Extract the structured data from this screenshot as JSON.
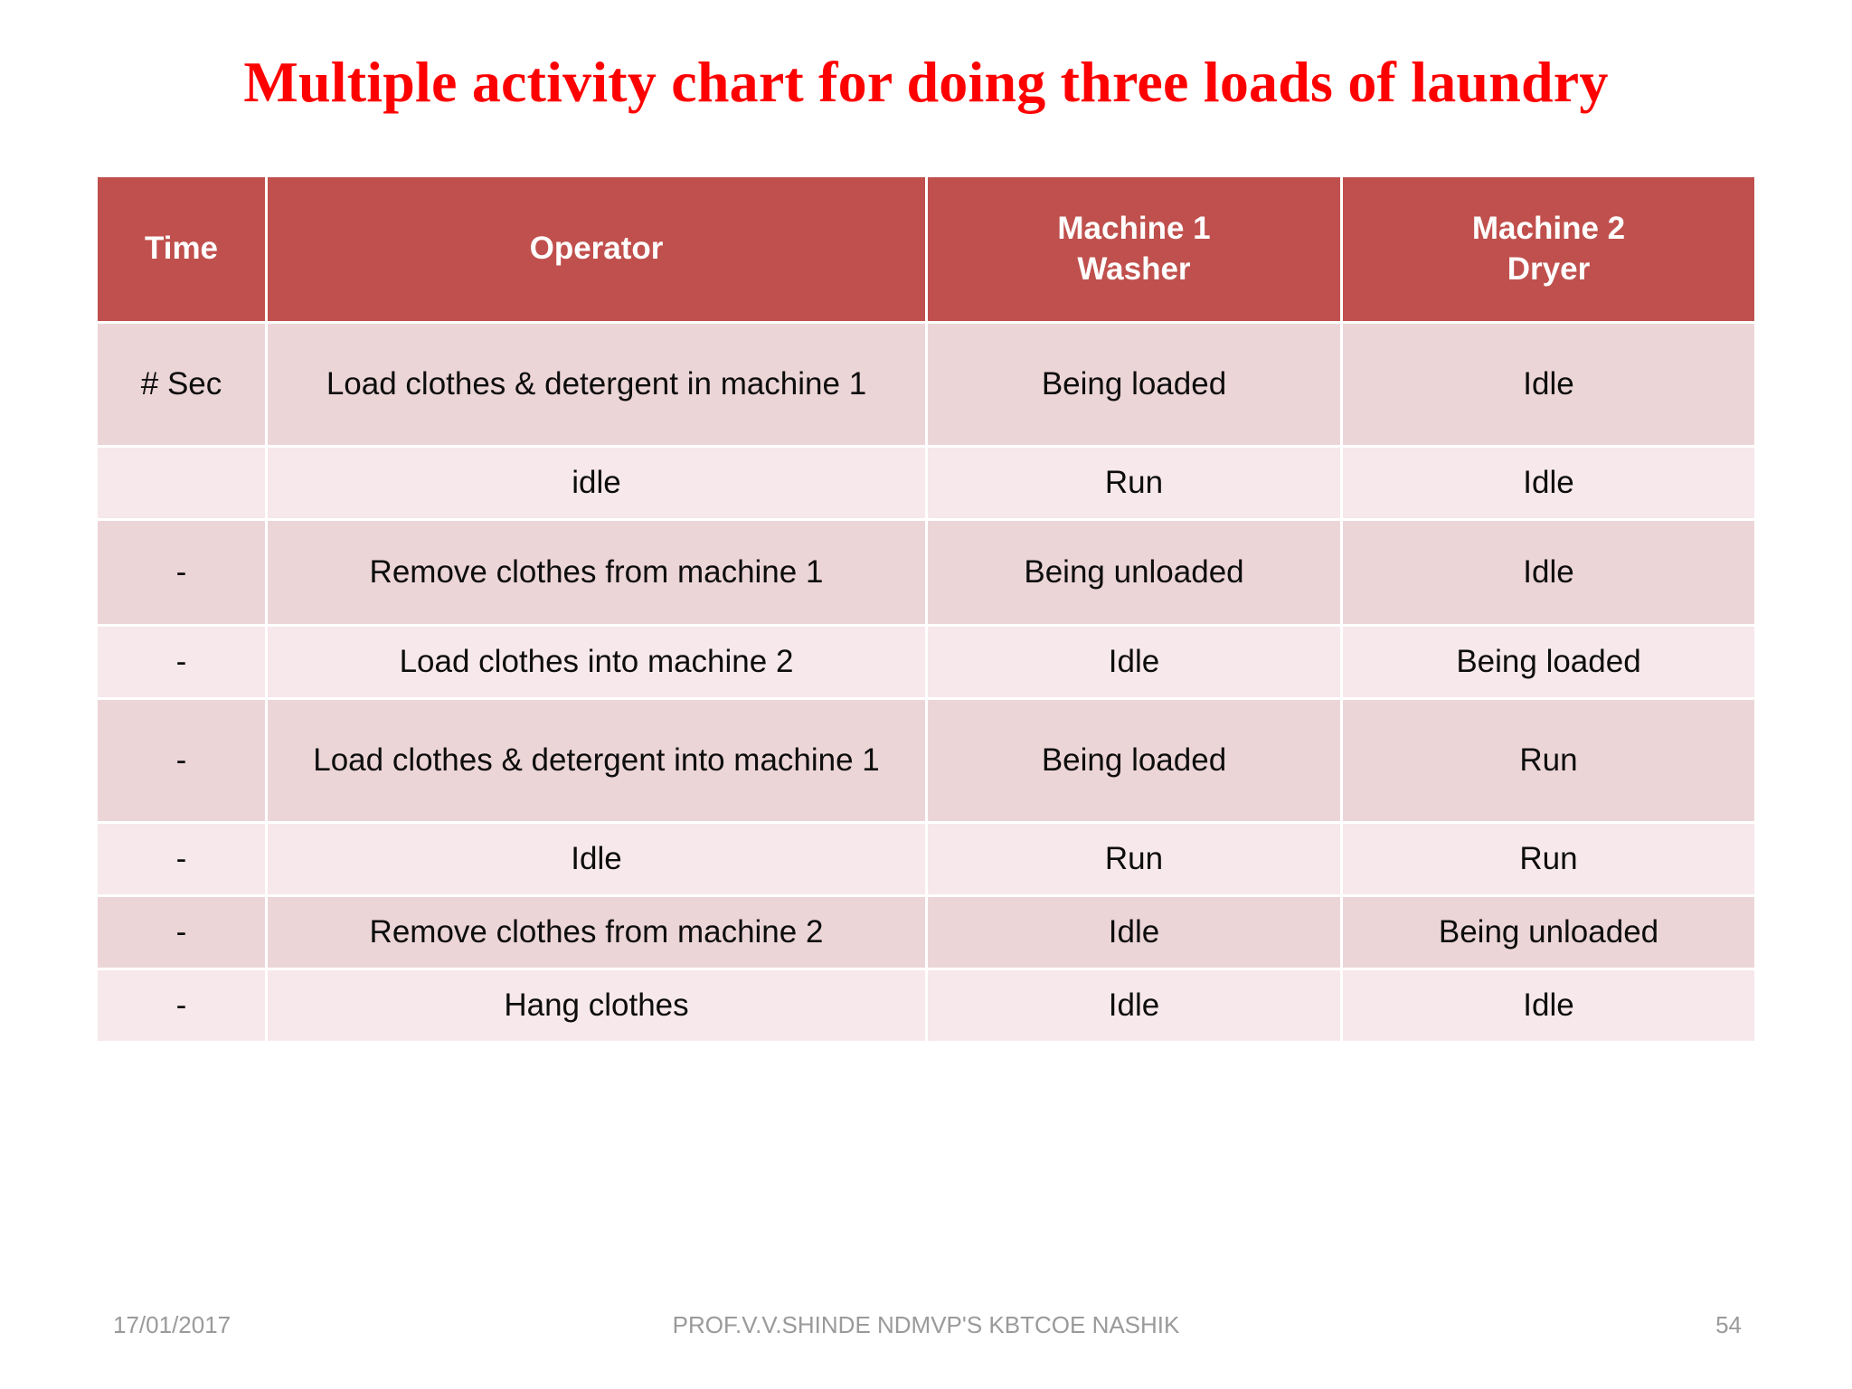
{
  "slide": {
    "title": "Multiple activity chart for doing three loads of laundry",
    "title_color": "#ff0000"
  },
  "colors": {
    "header_bg": "#c0504d",
    "header_text": "#ffffff",
    "row_dark": "#ecd5d7",
    "row_light": "#f7e8eb",
    "body_text": "#0d0d0d",
    "footer_text": "#9a9a9a"
  },
  "table": {
    "headers": {
      "time": "Time",
      "operator": "Operator",
      "machine1_main": "Machine 1",
      "machine1_sub": "Washer",
      "machine2_main": "Machine 2",
      "machine2_sub": "Dryer"
    },
    "rows": [
      {
        "time": "# Sec",
        "operator": "Load clothes & detergent in machine 1",
        "machine1": "Being loaded",
        "machine2": "Idle"
      },
      {
        "time": "",
        "operator": "idle",
        "machine1": "Run",
        "machine2": "Idle"
      },
      {
        "time": "-",
        "operator": "Remove clothes from machine 1",
        "machine1": "Being unloaded",
        "machine2": "Idle"
      },
      {
        "time": "-",
        "operator": "Load clothes into machine 2",
        "machine1": "Idle",
        "machine2": "Being loaded"
      },
      {
        "time": "-",
        "operator": "Load clothes & detergent into machine 1",
        "machine1": "Being loaded",
        "machine2": "Run"
      },
      {
        "time": "-",
        "operator": "Idle",
        "machine1": "Run",
        "machine2": "Run"
      },
      {
        "time": "-",
        "operator": "Remove clothes from machine 2",
        "machine1": "Idle",
        "machine2": "Being unloaded"
      },
      {
        "time": "-",
        "operator": "Hang clothes",
        "machine1": "Idle",
        "machine2": "Idle"
      }
    ]
  },
  "footer": {
    "date": "17/01/2017",
    "center": "PROF.V.V.SHINDE NDMVP'S KBTCOE NASHIK",
    "page": "54"
  }
}
